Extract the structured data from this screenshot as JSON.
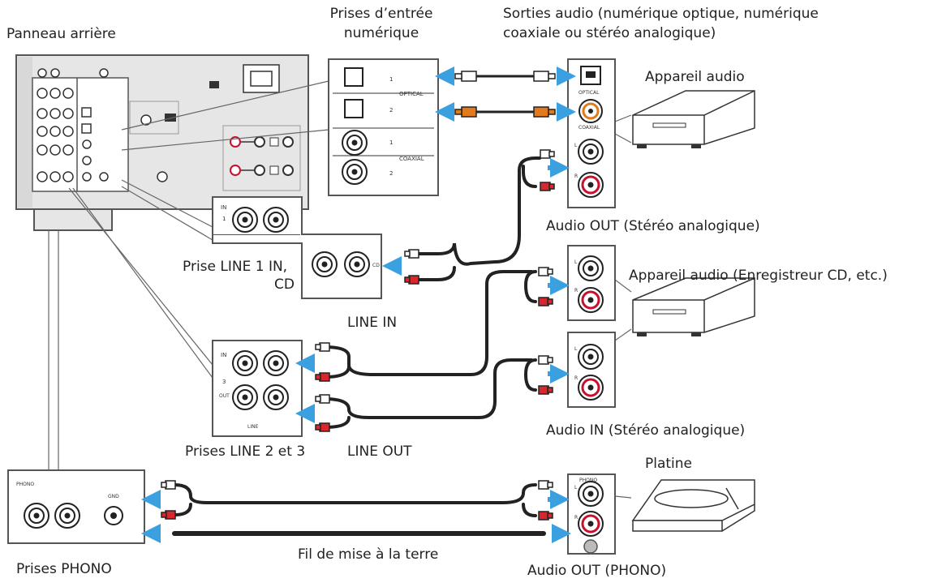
{
  "labels": {
    "rear_panel": "Panneau arrière",
    "digital_input_l1": "Prises d’entrée",
    "digital_input_l2": "numérique",
    "audio_outputs_l1": "Sorties audio (numérique optique, numérique",
    "audio_outputs_l2": "coaxiale ou stéréo analogique)",
    "audio_device": "Appareil audio",
    "audio_out_stereo": "Audio OUT (Stéréo analogique)",
    "line1_jack_l1": "Prise LINE 1 IN,",
    "line1_jack_l2": "CD",
    "audio_device_recorder": "Appareil audio (Enregistreur CD, etc.)",
    "line_in": "LINE IN",
    "audio_in_stereo": "Audio IN (Stéréo analogique)",
    "line23_jacks": "Prises LINE 2 et 3",
    "line_out": "LINE OUT",
    "turntable": "Platine",
    "phono_jacks": "Prises PHONO",
    "ground_wire": "Fil de mise à la terre",
    "audio_out_phono": "Audio OUT (PHONO)"
  },
  "jack_labels": {
    "optical": "OPTICAL",
    "coaxial": "COAXIAL",
    "optical_dev": "OPTICAL",
    "coaxial_dev": "COAXIAL",
    "num1": "1",
    "num2": "2",
    "in": "IN",
    "cd": "CD",
    "line": "LINE",
    "out": "OUT",
    "three": "3",
    "phono": "PHONO",
    "gnd": "GND",
    "l": "L",
    "r": "R"
  },
  "colors": {
    "arrow": "#3aa0e0",
    "red_plug": "#d9272e",
    "orange_plug": "#e07a1c",
    "jack_red": "#c8102e",
    "panel": "#e6e6e6",
    "cable": "#222222"
  }
}
